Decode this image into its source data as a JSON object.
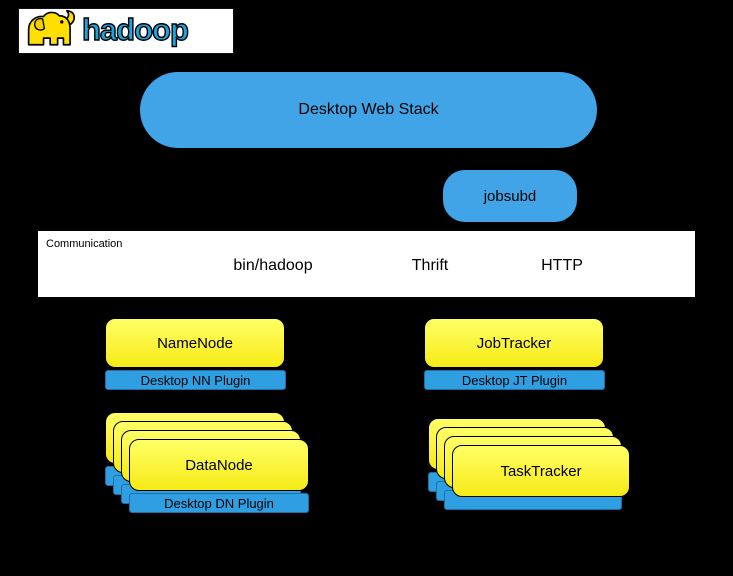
{
  "logo": {
    "text": "hadoop"
  },
  "desktop_web_stack": {
    "label": "Desktop Web Stack"
  },
  "jobsubd": {
    "label": "jobsubd"
  },
  "communication_bar": {
    "label": "Communication",
    "items": [
      "bin/hadoop",
      "Thrift",
      "HTTP"
    ]
  },
  "name_node": {
    "title": "NameNode",
    "plugin": "Desktop NN Plugin"
  },
  "job_tracker": {
    "title": "JobTracker",
    "plugin": "Desktop JT Plugin"
  },
  "data_node": {
    "title": "DataNode",
    "plugin": "Desktop DN Plugin",
    "stack_count": 4
  },
  "task_tracker": {
    "title": "TaskTracker",
    "stack_count": 4
  },
  "colors": {
    "background": "#000000",
    "node_blue": "#41a4e6",
    "plugin_blue": "#2f9fe2",
    "card_yellow": "#f6ea16",
    "panel_white": "#ffffff"
  }
}
